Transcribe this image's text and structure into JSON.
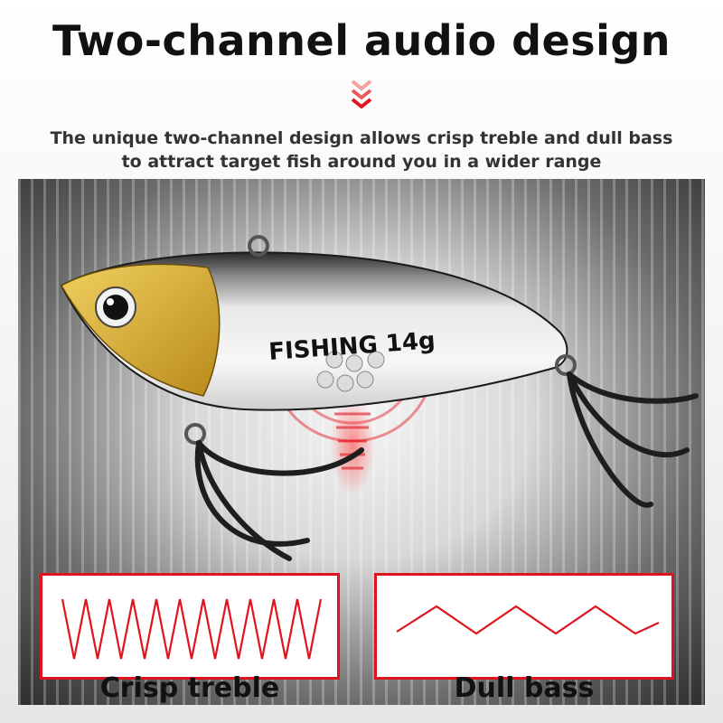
{
  "header": {
    "title": "Two-channel audio design",
    "subtitle_line1": "The unique two-channel design allows crisp treble and dull bass",
    "subtitle_line2": "to attract target fish around you in a wider range"
  },
  "product": {
    "body_text": "FISHING 14g"
  },
  "waves": {
    "treble_caption": "Crisp treble",
    "bass_caption": "Dull bass"
  },
  "colors": {
    "accent": "#e0141e",
    "title_text": "#111111",
    "subtitle_text": "#333333"
  }
}
